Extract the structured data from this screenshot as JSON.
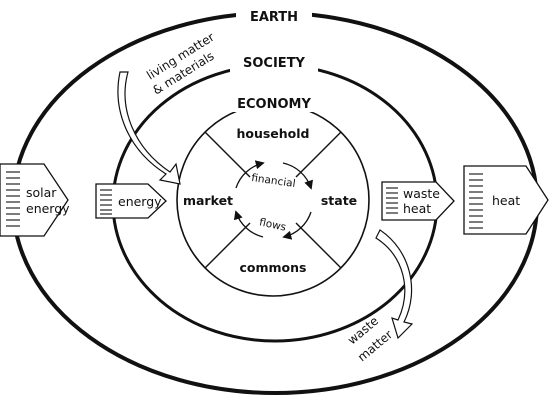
{
  "rings": {
    "earth": "EARTH",
    "society": "SOCIETY",
    "economy": "ECONOMY"
  },
  "sectors": {
    "top": "household",
    "left": "market",
    "right": "state",
    "bottom": "commons"
  },
  "center_flows": {
    "upper": "financial",
    "lower": "flows"
  },
  "inputs": {
    "solar": [
      "solar",
      "energy"
    ],
    "energy": "energy",
    "materials": [
      "living matter",
      "& materials"
    ]
  },
  "outputs": {
    "waste_heat": [
      "waste",
      "heat"
    ],
    "heat": "heat",
    "waste_matter": [
      "waste",
      "matter"
    ]
  },
  "colors": {
    "stroke": "#111111",
    "background": "#ffffff"
  }
}
